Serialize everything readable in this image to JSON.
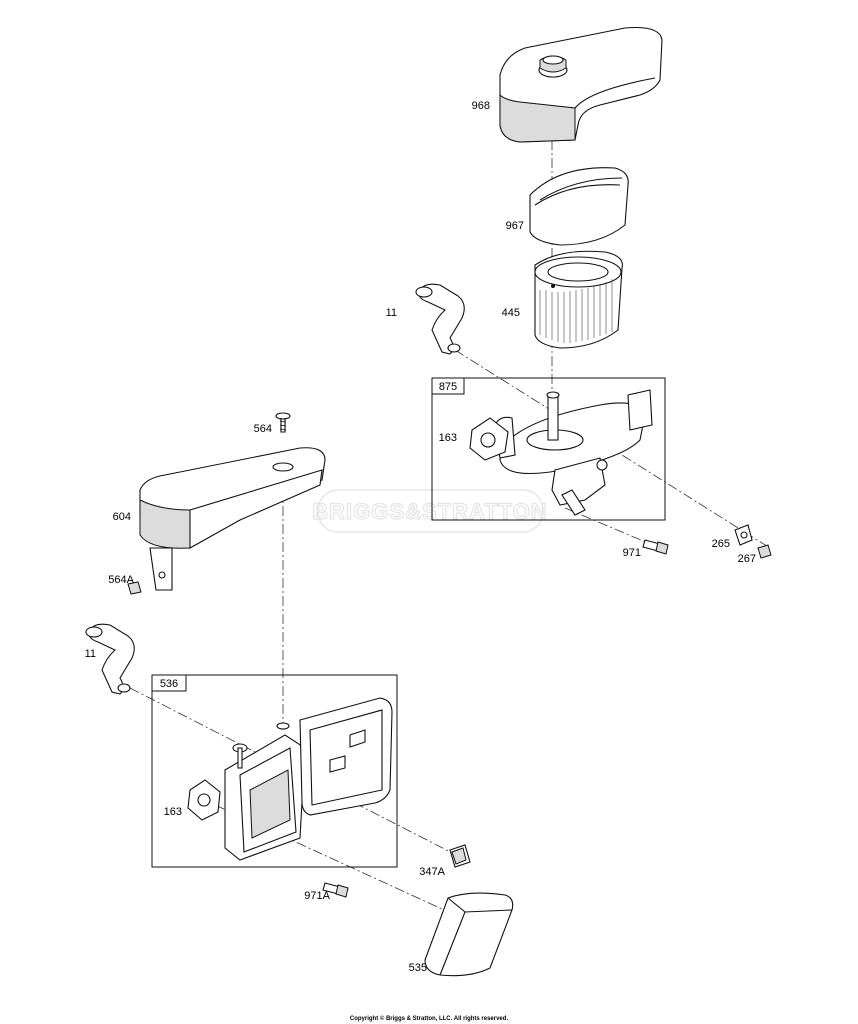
{
  "watermark": "BRIGGS&STRATTON",
  "copyright": "Copyright © Briggs & Stratton, LLC. All rights reserved.",
  "boxes": {
    "upper_assembly": "875",
    "lower_assembly": "536"
  },
  "labels": {
    "p968": "968",
    "p967": "967",
    "p445": "445",
    "p11_upper": "11",
    "p163_upper": "163",
    "p971": "971",
    "p265": "265",
    "p267": "267",
    "p564": "564",
    "p604": "604",
    "p564A": "564A",
    "p11_lower": "11",
    "p163_lower": "163",
    "p347A": "347A",
    "p971A": "971A",
    "p535": "535"
  }
}
